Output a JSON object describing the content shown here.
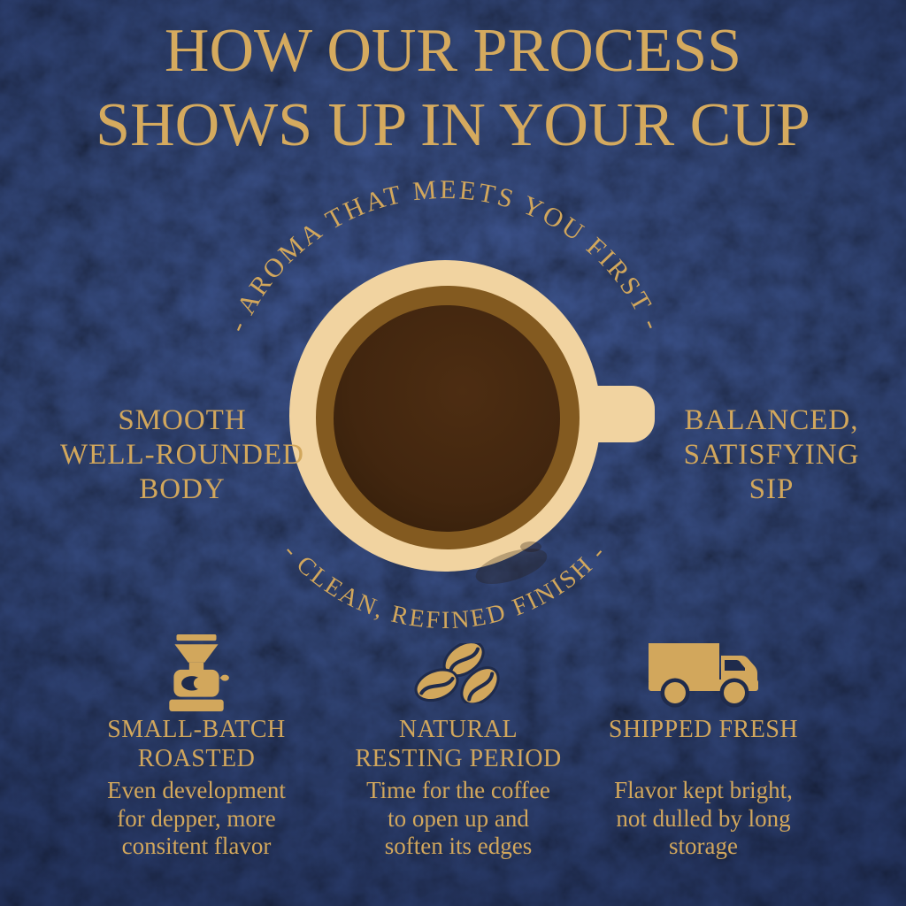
{
  "poster": {
    "title_line1": "HOW OUR PROCESS",
    "title_line2": "SHOWS UP IN YOUR CUP"
  },
  "cup": {
    "arc_top": "- AROMA THAT MEETS YOU FIRST -",
    "arc_bottom": "- CLEAN, REFINED FINISH -",
    "left_label_line1": "SMOOTH",
    "left_label_line2": "WELL-ROUNDED",
    "left_label_line3": "BODY",
    "right_label_line1": "BALANCED,",
    "right_label_line2": "SATISFYING",
    "right_label_line3": "SIP"
  },
  "features": [
    {
      "icon": "grinder-icon",
      "title_line1": "SMALL-BATCH",
      "title_line2": "ROASTED",
      "desc_line1": "Even development",
      "desc_line2": "for depper, more",
      "desc_line3": "consitent flavor"
    },
    {
      "icon": "beans-icon",
      "title_line1": "NATURAL",
      "title_line2": "RESTING PERIOD",
      "desc_line1": "Time for the coffee",
      "desc_line2": "to open up and",
      "desc_line3": "soften its edges"
    },
    {
      "icon": "truck-icon",
      "title_line1": "SHIPPED FRESH",
      "title_line2": "",
      "desc_line1": "Flavor kept bright,",
      "desc_line2": "not dulled by long",
      "desc_line3": "storage"
    }
  ],
  "colors": {
    "background_navy": "#1f2b4c",
    "gold": "#d2a75c",
    "cup_cream": "#f1d3a0",
    "cup_ring_brown": "#835a20",
    "coffee_dark": "#3a220d"
  }
}
